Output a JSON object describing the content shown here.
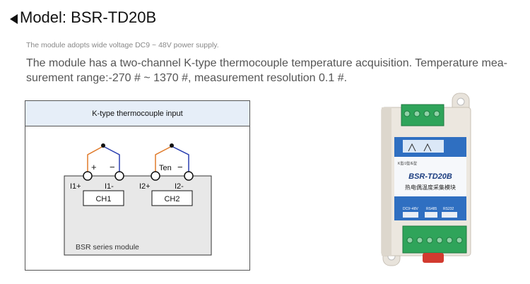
{
  "header": {
    "title": "Model: BSR-TD20B",
    "subtitle": "The module adopts wide voltage DC9 ~ 48V power supply.",
    "description": "The module has a two-channel K-type thermocouple temperature acquisition. Temperature mea-surement range:-270 # ~ 1370 #, measurement resolution 0.1 #."
  },
  "diagram": {
    "title": "K-type thermocouple input",
    "module_label": "BSR series module",
    "channels": [
      {
        "name": "CH1",
        "pos_terminal": "I1+",
        "neg_terminal": "I1-",
        "plus_sign": "+",
        "minus_sign": "−"
      },
      {
        "name": "CH2",
        "pos_terminal": "I2+",
        "neg_terminal": "I2-",
        "pair_label": "Ten",
        "minus_sign": "−"
      }
    ],
    "wire_colors": {
      "positive": "#e07a2a",
      "negative": "#2a3fb0"
    }
  },
  "photo": {
    "model": "BSR-TD20B",
    "chinese_name": "热电偶温度采集模块",
    "type_line": "K型/J型/E型",
    "ports": [
      "DC9~48V",
      "RS485",
      "RS232"
    ],
    "colors": {
      "housing": "#ece7df",
      "panel": "#2f6fc1",
      "terminal": "#2fa45a"
    }
  }
}
